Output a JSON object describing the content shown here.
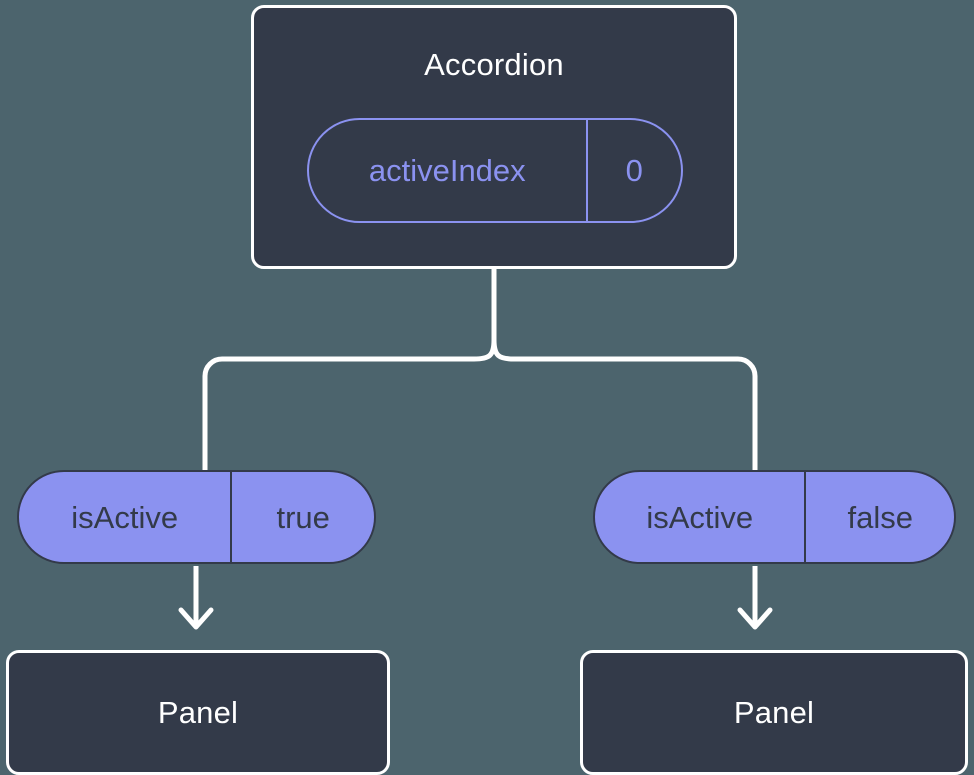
{
  "diagram": {
    "title": "Accordion component state/prop flow",
    "background_color": "#4c646d",
    "node_fill": "#333a49",
    "node_border": "#ffffff",
    "accent_color": "#8b92f0",
    "wire_color": "#ffffff"
  },
  "root": {
    "label": "Accordion",
    "state": {
      "key": "activeIndex",
      "value": "0",
      "style": "outlined"
    }
  },
  "branches": [
    {
      "prop": {
        "key": "isActive",
        "value": "true",
        "style": "filled"
      },
      "child": {
        "label": "Panel"
      }
    },
    {
      "prop": {
        "key": "isActive",
        "value": "false",
        "style": "filled"
      },
      "child": {
        "label": "Panel"
      }
    }
  ],
  "connectors": {
    "trunk": "accordion-to-branch-split",
    "arrows": [
      "prop-left-to-panel-left",
      "prop-right-to-panel-right"
    ]
  }
}
